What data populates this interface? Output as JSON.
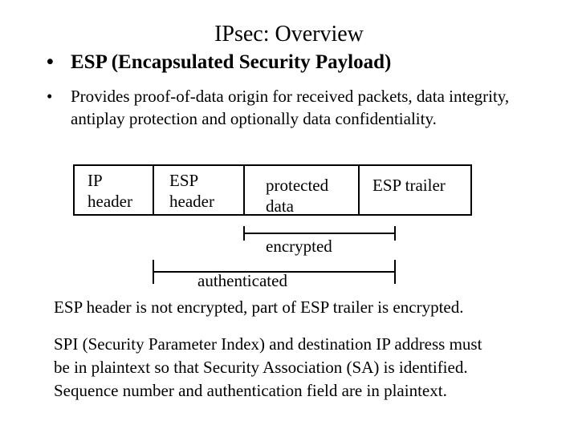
{
  "slide": {
    "title": "IPsec: Overview",
    "bullets": [
      {
        "marker": "•",
        "text": "ESP (Encapsulated Security Payload)"
      },
      {
        "marker": "•",
        "text": "Provides proof-of-data origin for received packets, data integrity, antiplay protection and optionally data confidentiality."
      }
    ]
  },
  "diagram": {
    "cells": [
      {
        "line1": "IP",
        "line2": "header"
      },
      {
        "line1": "ESP",
        "line2": "header"
      },
      {
        "line1": "protected",
        "line2": "data"
      },
      {
        "line1": "ESP trailer",
        "line2": ""
      }
    ],
    "encrypted_label": "encrypted",
    "authenticated_label": "authenticated"
  },
  "notes": {
    "line1": "ESP header is not encrypted, part of ESP trailer is encrypted.",
    "para": [
      "SPI (Security Parameter Index)  and destination IP address must",
      "be in plaintext so that Security Association (SA) is identified.",
      "Sequence number and authentication field are in plaintext."
    ]
  }
}
